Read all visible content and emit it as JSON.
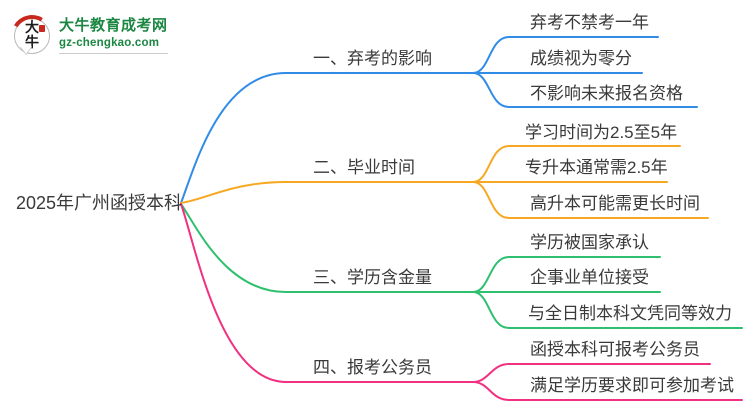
{
  "logo": {
    "icon_text": "大牛",
    "site_name": "大牛教育成考网",
    "site_url": "gz-chengkao.com",
    "brand_green": "#1b8742",
    "seal_red": "#c8291f"
  },
  "mindmap": {
    "root": "2025年广州函授本科",
    "text_color": "#3a3a3a",
    "branches": [
      {
        "label": "一、弃考的影响",
        "color": "#318ce7",
        "children": [
          "弃考不禁考一年",
          "成绩视为零分",
          "不影响未来报名资格"
        ]
      },
      {
        "label": "二、毕业时间",
        "color": "#f7a823",
        "children": [
          "学习时间为2.5至5年",
          "专升本通常需2.5年",
          "高升本可能需更长时间"
        ]
      },
      {
        "label": "三、学历含金量",
        "color": "#2ec06e",
        "children": [
          "学历被国家承认",
          "企事业单位接受",
          "与全日制本科文凭同等效力"
        ]
      },
      {
        "label": "四、报考公务员",
        "color": "#f03080",
        "children": [
          "函授本科可报考公务员",
          "满足学历要求即可参加考试"
        ]
      }
    ]
  }
}
